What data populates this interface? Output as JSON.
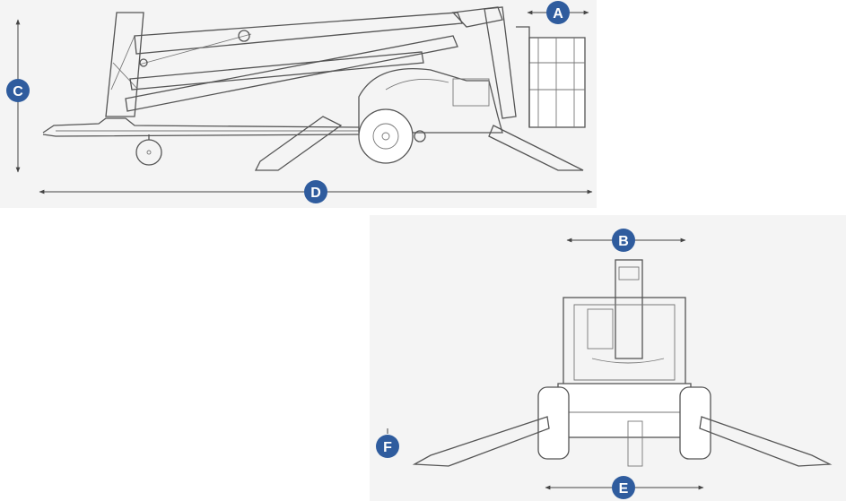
{
  "colors": {
    "badge": "#2f5c9e",
    "line": "#555555",
    "panel": "#f4f4f4"
  },
  "labels": {
    "a": "A",
    "b": "B",
    "c": "C",
    "d": "D",
    "e": "E",
    "f": "F"
  }
}
